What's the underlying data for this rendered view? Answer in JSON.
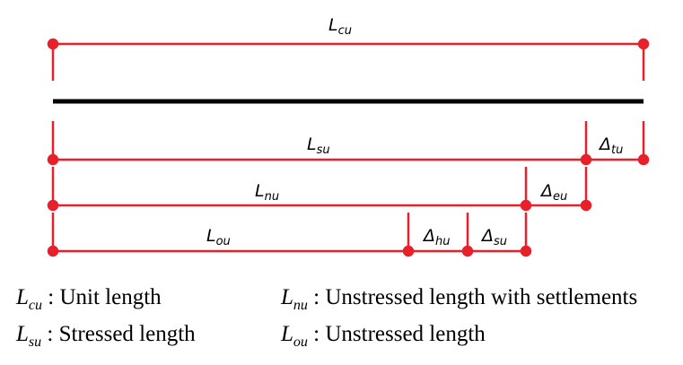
{
  "colors": {
    "dimension": "#e8202a",
    "member": "#000000"
  },
  "diagram_labels": {
    "lcu": {
      "main": "L",
      "sub": "cu"
    },
    "lsu": {
      "main": "L",
      "sub": "su"
    },
    "dtu": {
      "main": "Δ",
      "sub": "tu"
    },
    "lnu": {
      "main": "L",
      "sub": "nu"
    },
    "deu": {
      "main": "Δ",
      "sub": "eu"
    },
    "lou": {
      "main": "L",
      "sub": "ou"
    },
    "dhu": {
      "main": "Δ",
      "sub": "hu"
    },
    "dsu": {
      "main": "Δ",
      "sub": "su"
    }
  },
  "legend": [
    {
      "main": "L",
      "sub": "cu",
      "text": " : Unit length"
    },
    {
      "main": "L",
      "sub": "nu",
      "text": " : Unstressed length with settlements"
    },
    {
      "main": "L",
      "sub": "su",
      "text": " : Stressed length"
    },
    {
      "main": "L",
      "sub": "ou",
      "text": " : Unstressed length"
    }
  ]
}
